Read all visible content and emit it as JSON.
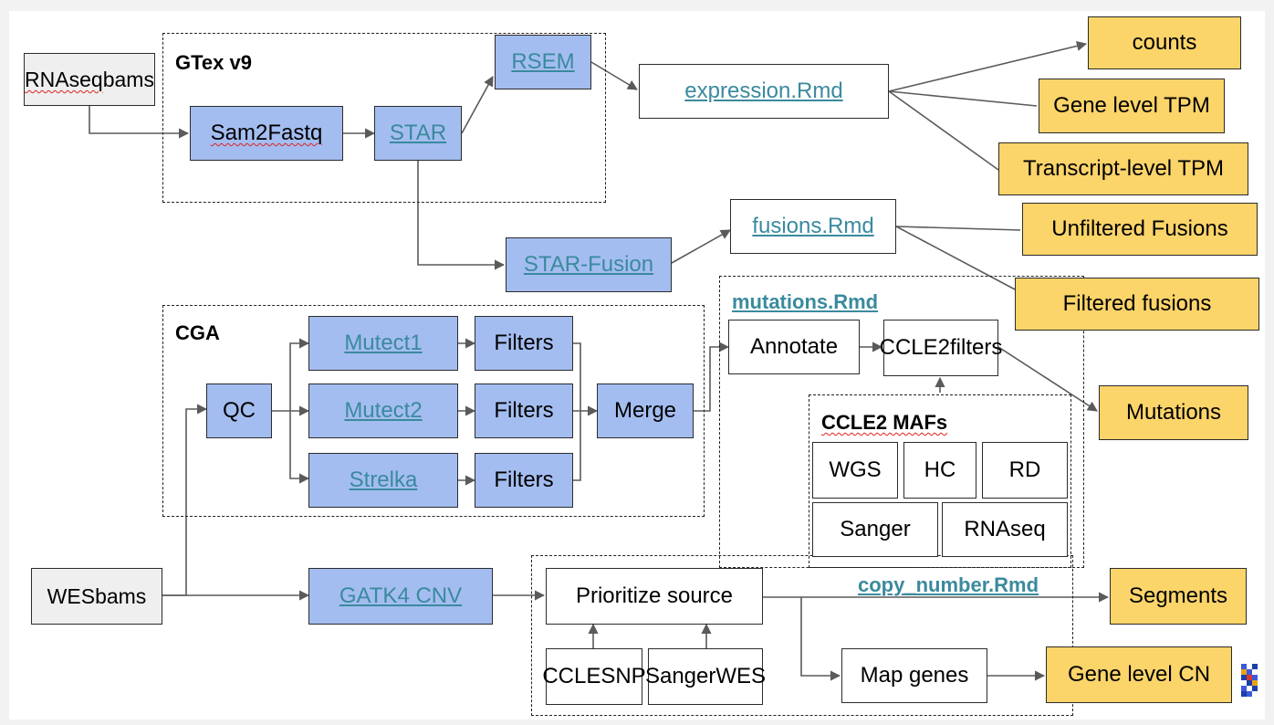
{
  "regions": {
    "gtex": "GTex v9",
    "cga": "CGA",
    "mutations": "mutations.Rmd",
    "ccle2_mafs": "CCLE2 MAFs",
    "copy_number": "copy_number.Rmd"
  },
  "inputs": {
    "rnaseq_line1": "RNAseq",
    "rnaseq_line2": "bams",
    "wes_line1": "WES",
    "wes_line2": "bams"
  },
  "steps": {
    "sam2fastq": "Sam2Fastq",
    "star": "STAR",
    "rsem": "RSEM",
    "star_fusion": "STAR-Fusion",
    "qc": "QC",
    "mutect1": "Mutect1",
    "mutect2": "Mutect2",
    "strelka": "Strelka",
    "filters1": "Filters",
    "filters2": "Filters",
    "filters3": "Filters",
    "merge": "Merge",
    "gatk4_cnv": "GATK4 CNV"
  },
  "scripts": {
    "expression": "expression.Rmd",
    "fusions": "fusions.Rmd"
  },
  "mutation_steps": {
    "annotate": "Annotate",
    "ccle2_filters_line1": "CCLE2",
    "ccle2_filters_line2": "filters"
  },
  "maf_sources": {
    "wgs": "WGS",
    "hc": "HC",
    "rd": "RD",
    "sanger": "Sanger",
    "rnaseq": "RNAseq"
  },
  "cn_steps": {
    "prioritize": "Prioritize source",
    "ccle_snp_line1": "CCLE",
    "ccle_snp_line2": "SNP",
    "sanger_wes_line1": "Sanger",
    "sanger_wes_line2": "WES",
    "map_genes": "Map genes"
  },
  "outputs": {
    "counts": "counts",
    "gene_tpm": "Gene level TPM",
    "transcript_tpm": "Transcript-level TPM",
    "unfiltered_fusions": "Unfiltered Fusions",
    "filtered_fusions": "Filtered fusions",
    "mutations": "Mutations",
    "segments": "Segments",
    "gene_cn": "Gene level CN"
  },
  "colors": {
    "process_fill": "#a4bdf0",
    "output_fill": "#fbd46a",
    "input_fill": "#efefef",
    "link_text": "#3a8a9e",
    "connector": "#5a5a5a"
  }
}
